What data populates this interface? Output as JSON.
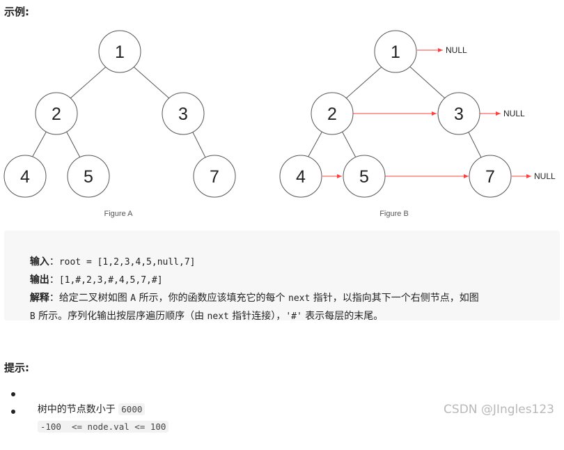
{
  "example_heading": "示例:",
  "figure_a": {
    "caption": "Figure A",
    "nodes": [
      {
        "id": "a1",
        "label": "1"
      },
      {
        "id": "a2",
        "label": "2"
      },
      {
        "id": "a3",
        "label": "3"
      },
      {
        "id": "a4",
        "label": "4"
      },
      {
        "id": "a5",
        "label": "5"
      },
      {
        "id": "a7",
        "label": "7"
      }
    ]
  },
  "figure_b": {
    "caption": "Figure B",
    "nodes": [
      {
        "id": "b1",
        "label": "1"
      },
      {
        "id": "b2",
        "label": "2"
      },
      {
        "id": "b3",
        "label": "3"
      },
      {
        "id": "b4",
        "label": "4"
      },
      {
        "id": "b5",
        "label": "5"
      },
      {
        "id": "b7",
        "label": "7"
      }
    ],
    "null_labels": [
      "NULL",
      "NULL",
      "NULL"
    ]
  },
  "code_block": {
    "input_label": "输入",
    "input_value": "root = [1,2,3,4,5,null,7]",
    "output_label": "输出",
    "output_value": "[1,#,2,3,#,4,5,7,#]",
    "explanation_label": "解释",
    "explanation_line1_a": "给定二叉树如图 ",
    "explanation_fig_a": "A",
    "explanation_line1_b": " 所示，你的函数应该填充它的每个 ",
    "explanation_next1": "next",
    "explanation_line1_c": " 指针，以指向其下一个右侧节点，如图",
    "explanation_fig_b": "B",
    "explanation_line2_a": " 所示。序列化输出按层序遍历顺序（由 ",
    "explanation_next2": "next",
    "explanation_line2_b": " 指针连接），",
    "explanation_hash": "'#'",
    "explanation_line2_c": " 表示每层的末尾。"
  },
  "hint_heading": "提示:",
  "tips": [
    {
      "text": "树中的节点数小于 ",
      "code": "6000"
    },
    {
      "text": "",
      "code": "-100  <= node.val <= 100"
    }
  ],
  "watermark": "CSDN @JIngles123",
  "colors": {
    "arrow": "#ff4040",
    "edge": "#555555",
    "code_bg": "#f7f7f8"
  }
}
